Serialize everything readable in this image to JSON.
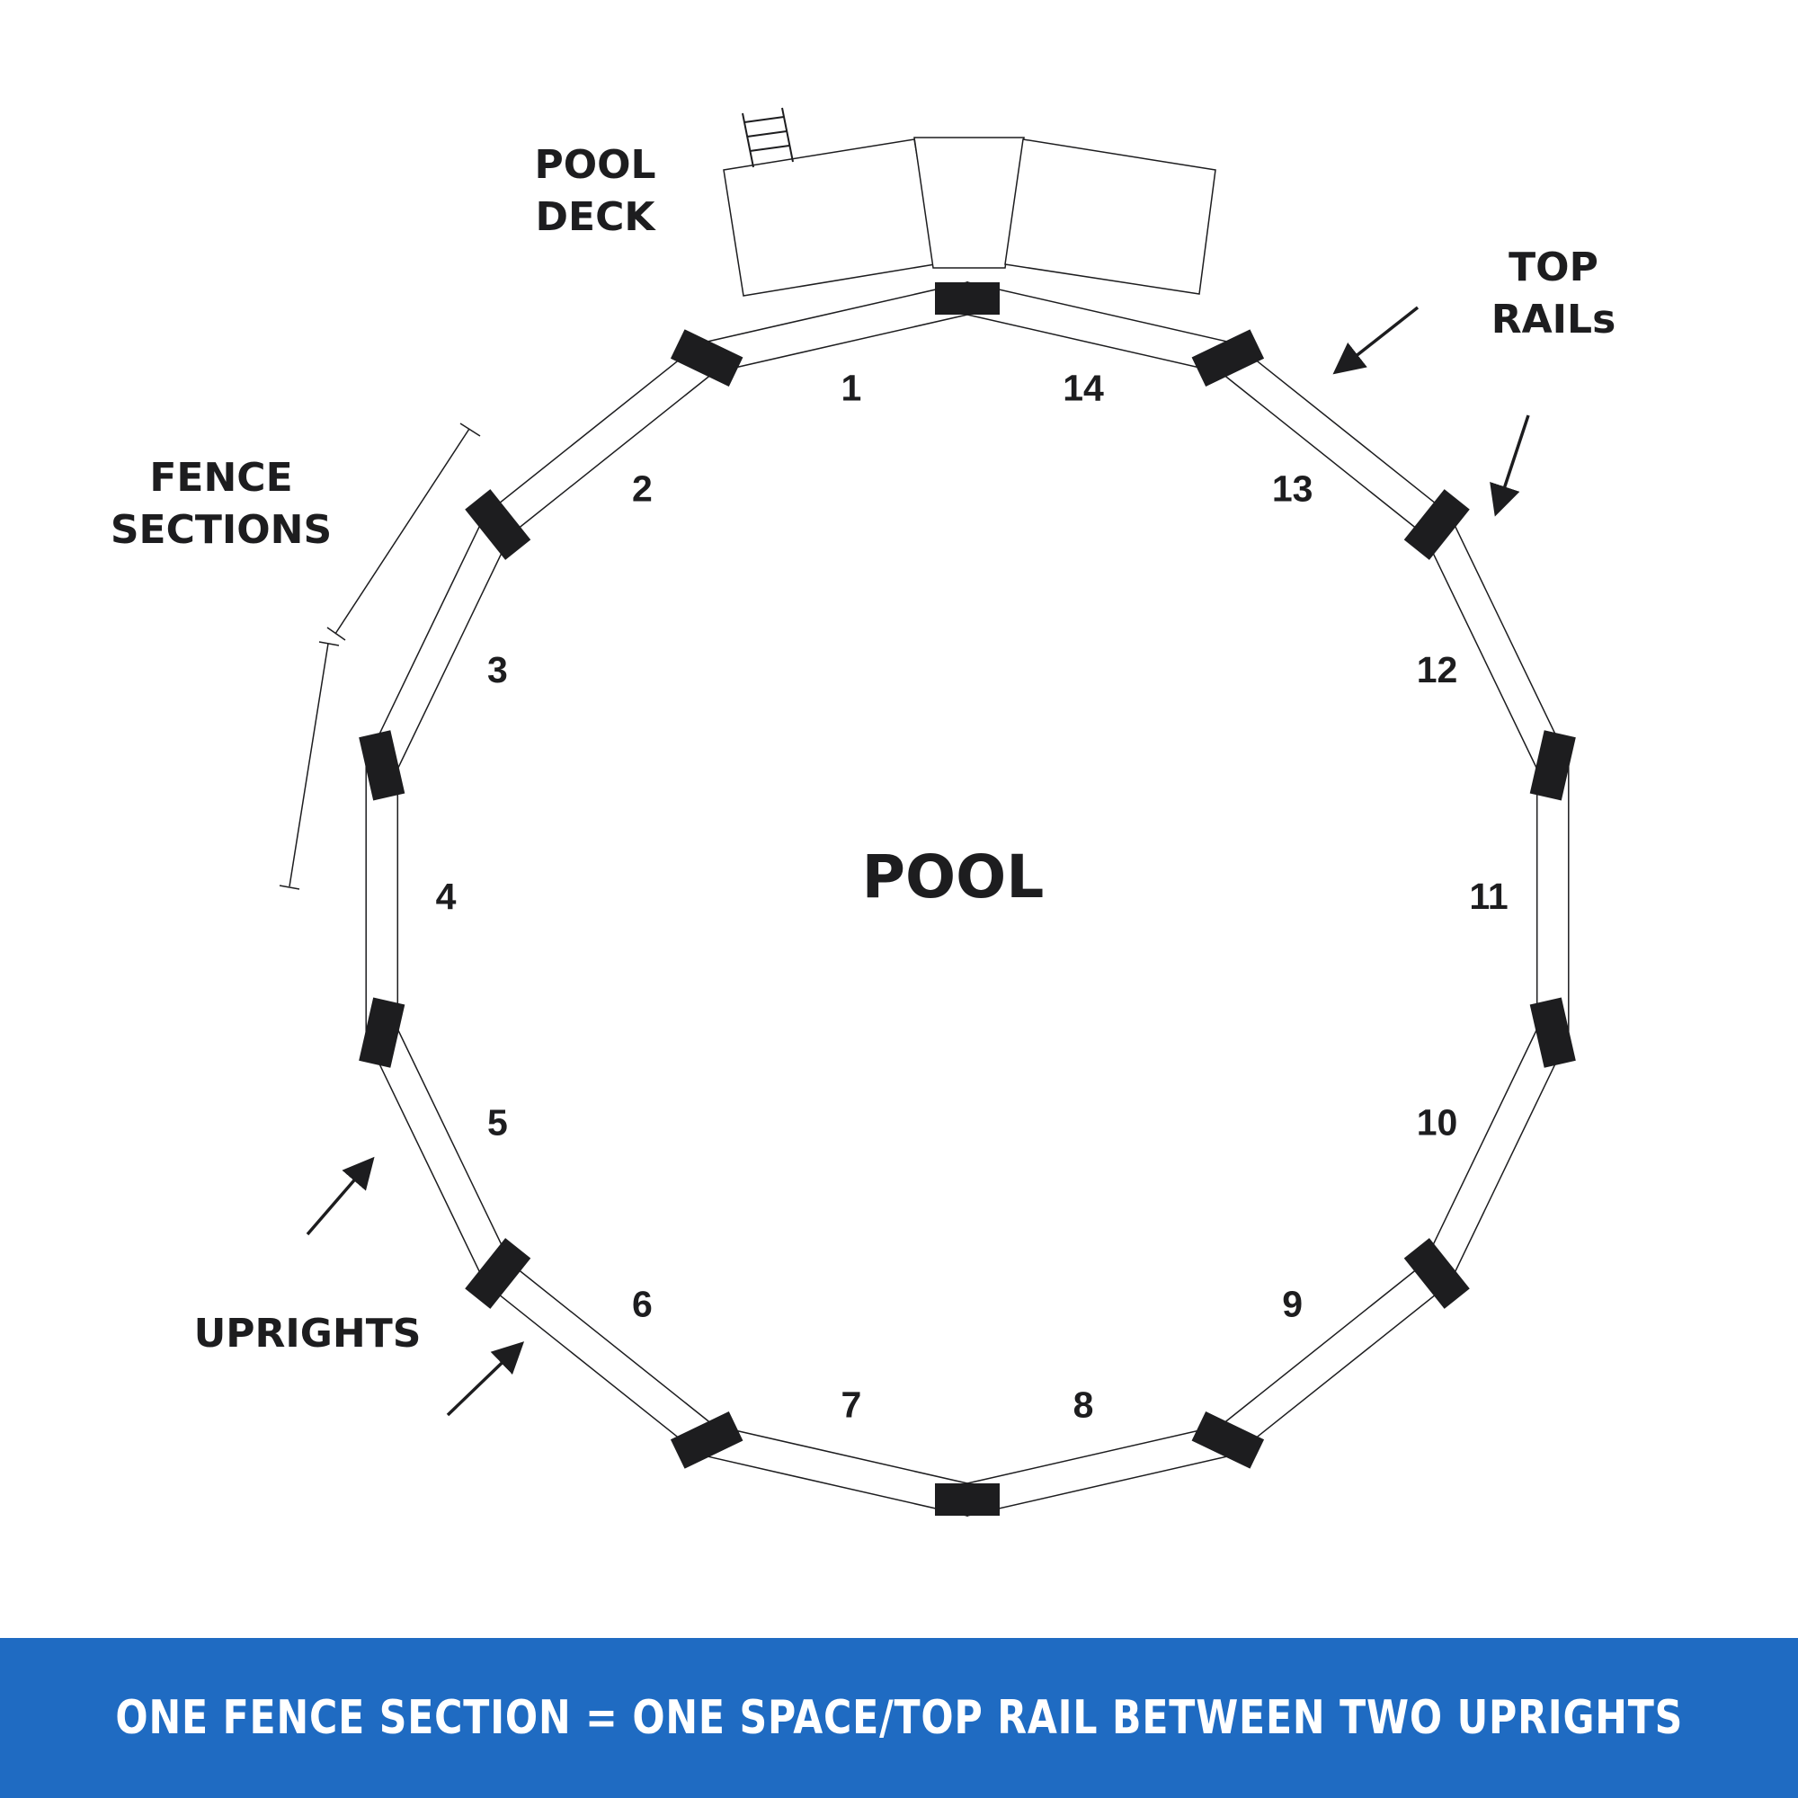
{
  "labels": {
    "pool_deck_line1": "POOL",
    "pool_deck_line2": "DECK",
    "top_rails_line1": "TOP",
    "top_rails_line2": "RAILs",
    "fence_sections_line1": "FENCE",
    "fence_sections_line2": "SECTIONS",
    "uprights": "UPRIGHTS",
    "pool": "POOL"
  },
  "section_numbers": [
    "1",
    "2",
    "3",
    "4",
    "5",
    "6",
    "7",
    "8",
    "9",
    "10",
    "11",
    "12",
    "13",
    "14"
  ],
  "footer": {
    "text": "ONE FENCE SECTION = ONE SPACE/TOP RAIL BETWEEN TWO UPRIGHTS"
  },
  "colors": {
    "banner": "#1f6bc2",
    "ink": "#1d1d1f",
    "background": "#ffffff"
  }
}
